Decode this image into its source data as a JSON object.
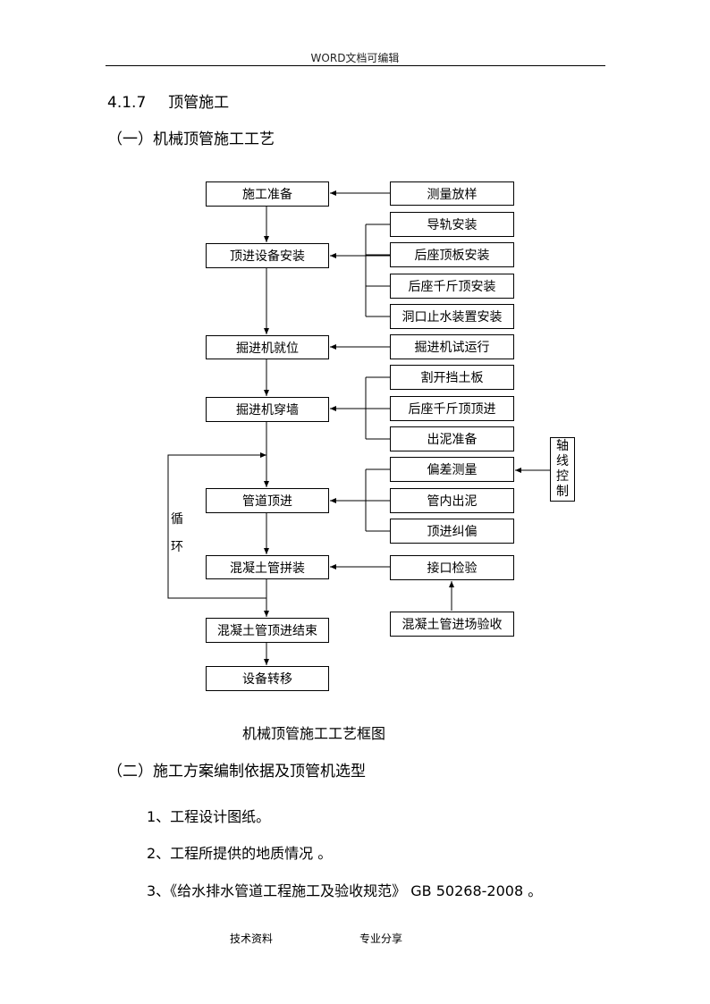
{
  "header": {
    "text": "WORD文档可编辑"
  },
  "section": {
    "number": "4.1.7",
    "title": "顶管施工"
  },
  "subsection1": "（一）机械顶管施工工艺",
  "flowchart": {
    "main": [
      "施工准备",
      "顶进设备安装",
      "掘进机就位",
      "掘进机穿墙",
      "管道顶进",
      "混凝土管拼装",
      "混凝土管顶进结束",
      "设备转移"
    ],
    "side": [
      "测量放样",
      "导轨安装",
      "后座顶板安装",
      "后座千斤顶安装",
      "洞口止水装置安装",
      "掘进机试运行",
      "割开挡土板",
      "后座千斤顶顶进",
      "出泥准备",
      "偏差测量",
      "管内出泥",
      "顶进纠偏",
      "接口检验",
      "混凝土管进场验收"
    ],
    "axis_control": [
      "轴",
      "线",
      "控",
      "制"
    ],
    "loop_label": [
      "循",
      "环"
    ],
    "caption": "机械顶管施工工艺框图"
  },
  "subsection2": "（二）施工方案编制依据及顶管机选型",
  "items": [
    "1、工程设计图纸。",
    "2、工程所提供的地质情况 。",
    "3、《给水排水管道工程施工及验收规范》 GB 50268-2008 。"
  ],
  "footer": {
    "left": "技术资料",
    "right": "专业分享"
  }
}
